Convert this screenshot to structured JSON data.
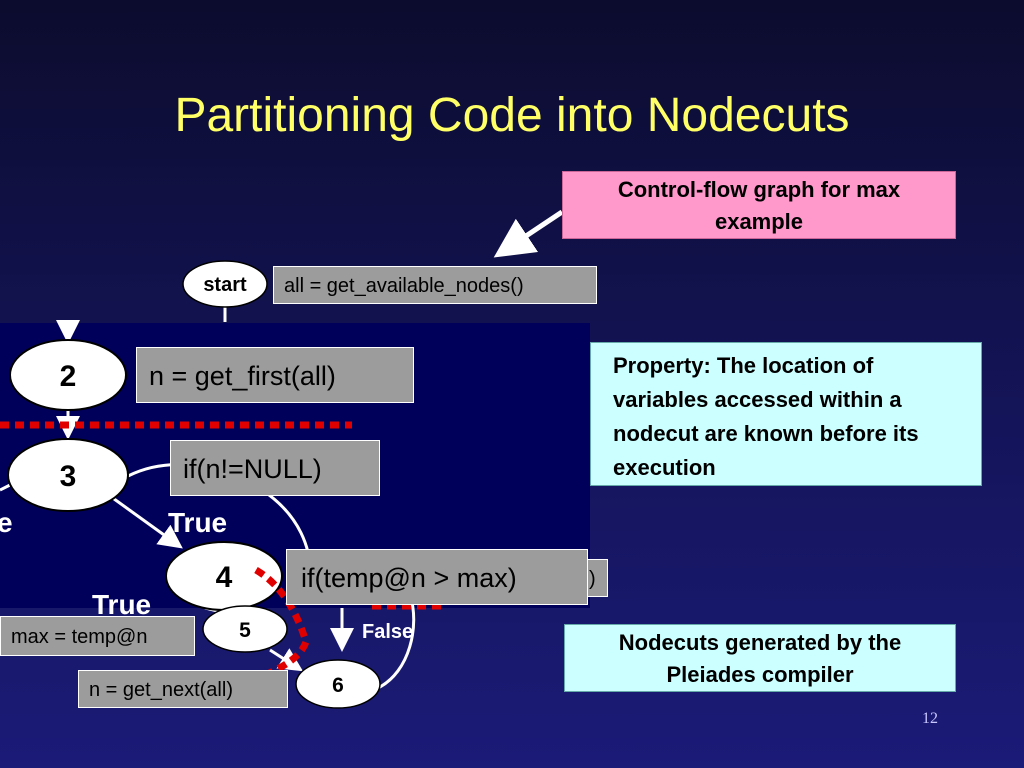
{
  "slide": {
    "title": "Partitioning Code into Nodecuts",
    "page_number": "12"
  },
  "callouts": {
    "cfg": "Control-flow graph for max example",
    "property": "Property: The location of variables accessed within a nodecut are known before its execution",
    "nodecuts": "Nodecuts generated by the Pleiades compiler"
  },
  "nodes": {
    "start": "start",
    "n2": "2",
    "n3": "3",
    "n4": "4",
    "n5": "5",
    "n6": "6"
  },
  "code": {
    "start": "all = get_available_nodes()",
    "n2": "n = get_first(all)",
    "n3": "if(n!=NULL)",
    "n4": "if(temp@n > max)",
    "n4_partial": ")",
    "n5": "max = temp@n",
    "n6": "n = get_next(all)"
  },
  "edge_labels": {
    "true_3_4": "True",
    "true_4_5": "True",
    "false_4_6": "False",
    "false_3_cut": "e"
  },
  "colors": {
    "title": "#ffff66",
    "background": "#14145a",
    "panel": "#00005a",
    "code_box": "#9c9c9c",
    "cfg_callout": "#ff99cc",
    "light_callout": "#ccffff",
    "nodecut_line": "#e00000"
  }
}
